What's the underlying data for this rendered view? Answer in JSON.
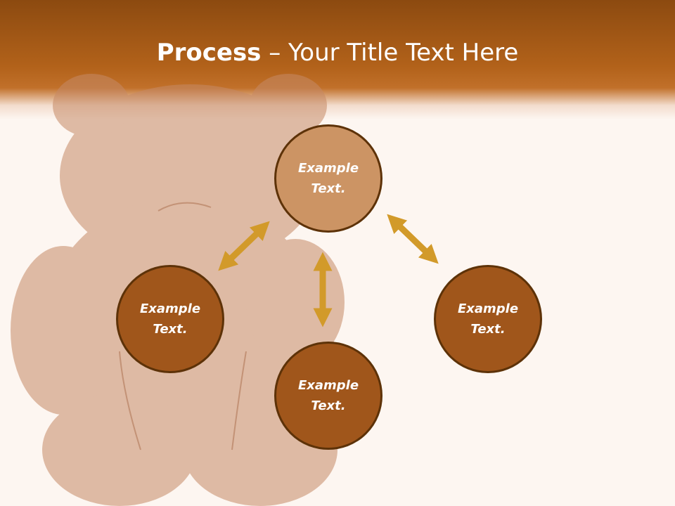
{
  "title": {
    "bold": "Process",
    "rest": " – Your Title Text Here"
  },
  "nodes": {
    "top": "Example\nText.",
    "left": "Example\nText.",
    "bottom": "Example\nText.",
    "right": "Example\nText."
  },
  "colors": {
    "header": "#b2621a",
    "node_dark": "#a0561b",
    "node_light": "#cc9464",
    "node_border": "#5d3208",
    "arrow": "#d29a2a"
  }
}
